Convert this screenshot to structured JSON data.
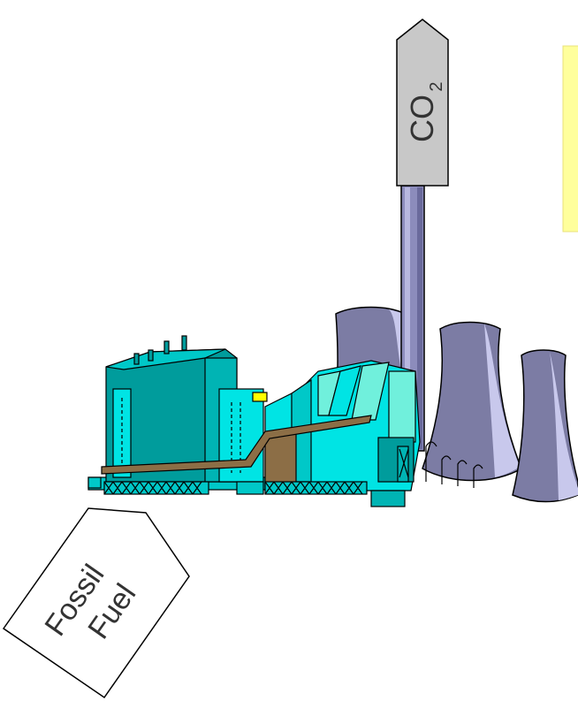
{
  "labels": {
    "co2_main": "CO",
    "co2_sub": "2",
    "fuel_line1": "Fossil",
    "fuel_line2": "Fuel"
  },
  "colors": {
    "background": "#ffffff",
    "co2_tag_fill": "#c8c8c8",
    "chimney_fill": "#8c8cbc",
    "cooling_tower_fill": "#7c7ca4",
    "cooling_tower_light": "#c8c8ec",
    "plant_teal": "#009c9c",
    "plant_cyan": "#00e4e4",
    "plant_aqua": "#70f0dc",
    "conveyor_brown": "#8c6e46",
    "note_box_fill": "#ffff9c",
    "outline": "#000000"
  },
  "icons": {
    "power_plant": "power-plant-icon",
    "cooling_tower": "cooling-tower-icon"
  }
}
